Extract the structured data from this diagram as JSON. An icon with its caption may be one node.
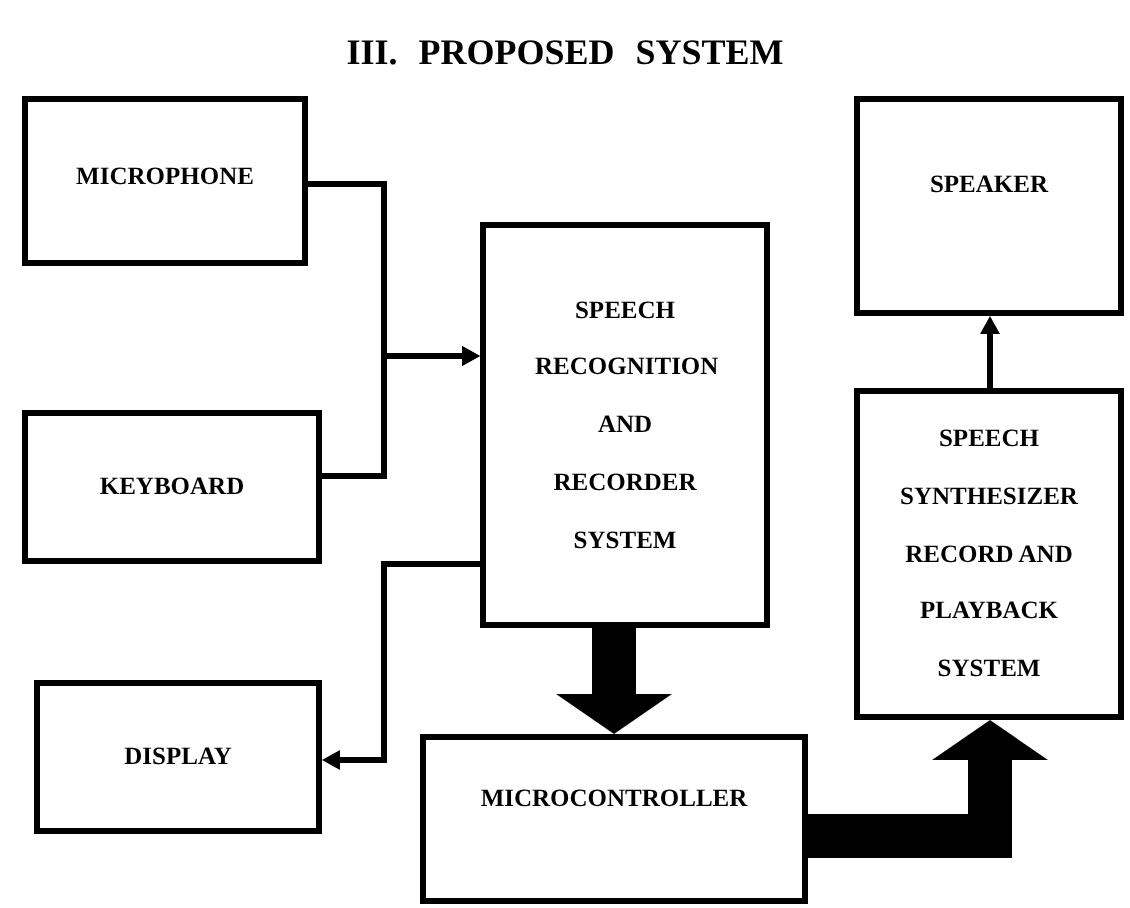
{
  "diagram": {
    "title": "III. PROPOSED SYSTEM",
    "nodes": [
      {
        "text": [
          "MICROPHONE"
        ]
      },
      {
        "text": [
          "KEYBOARD"
        ]
      },
      {
        "text": [
          "DISPLAY"
        ]
      },
      {
        "text": [
          "SPEECH RECOGNITION AND RECORDER SYSTEM"
        ]
      },
      {
        "text": [
          "MICROCONTROLLER"
        ]
      },
      {
        "text": [
          "SPEAKER"
        ]
      },
      {
        "text": [
          "SPEECH SYNTHESIZER RECORD AND PLAYBACK SYSTEM"
        ]
      }
    ],
    "edges": [
      {
        "from": 0,
        "to": 3,
        "arrow": "to"
      },
      {
        "from": 1,
        "to": 3,
        "arrow": "to"
      },
      {
        "from": 3,
        "to": 2,
        "arrow": "to"
      },
      {
        "from": 3,
        "to": 4,
        "arrow": "to",
        "style": "thick"
      },
      {
        "from": 4,
        "to": 6,
        "arrow": "to",
        "style": "thick"
      },
      {
        "from": 6,
        "to": 5,
        "arrow": "to"
      }
    ]
  }
}
